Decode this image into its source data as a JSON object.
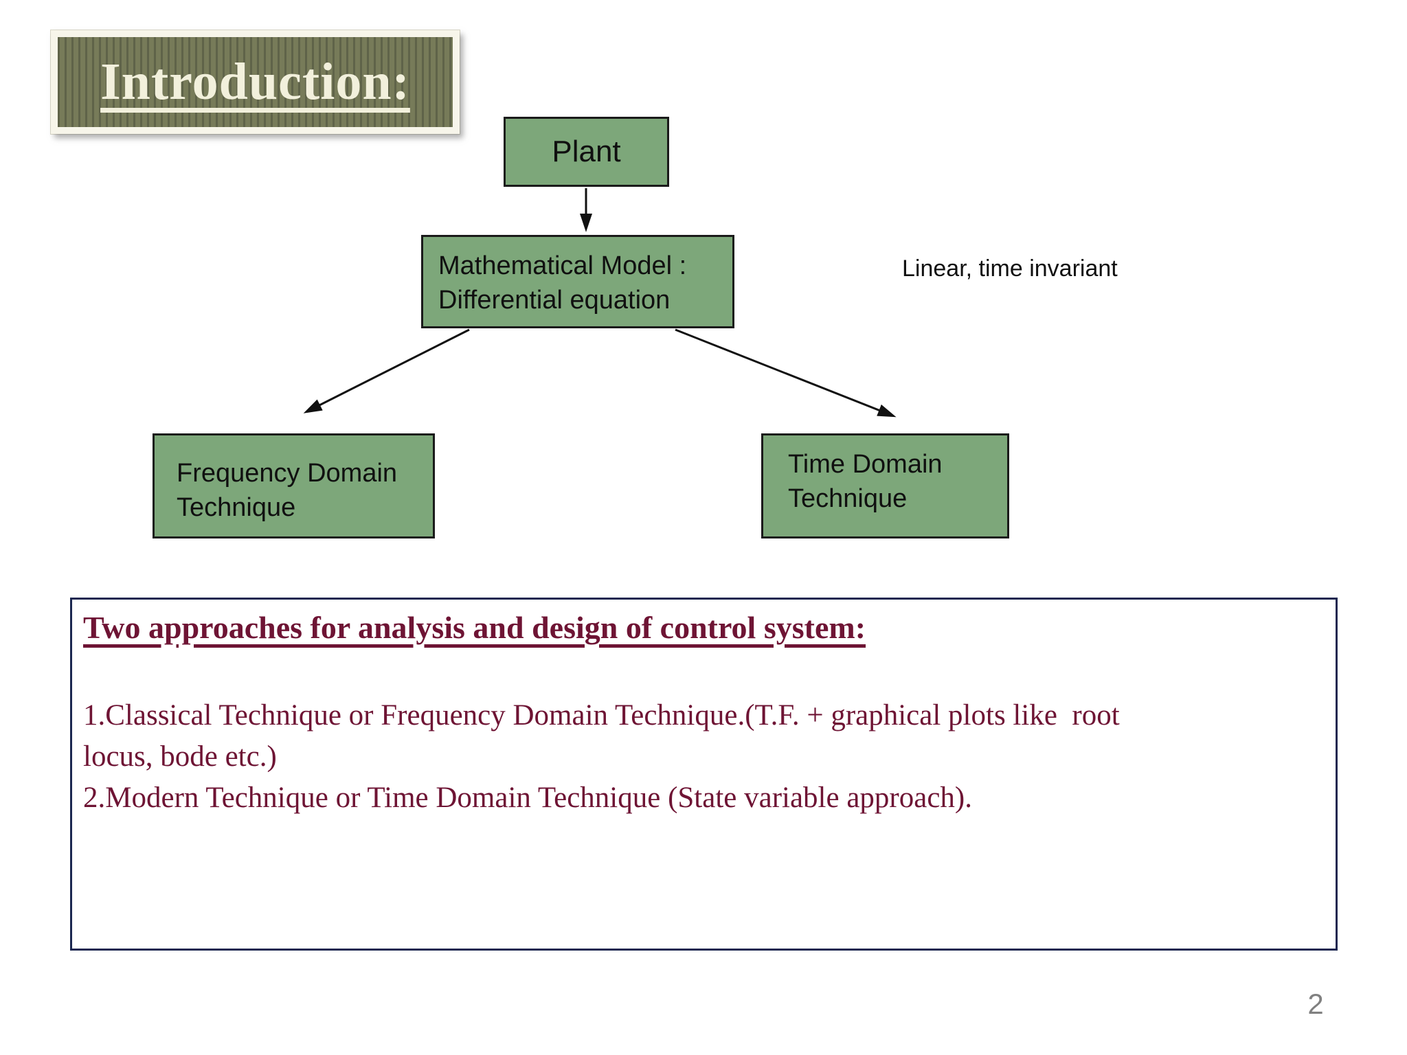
{
  "slide": {
    "title": "Introduction:",
    "page_number": "2",
    "colors": {
      "node_fill_green": "#7da77a",
      "node_border": "#1a1a1a",
      "title_background_olive": "#777b59",
      "title_stripe": "#5f6349",
      "title_text_cream": "#f2f0dc",
      "notes_text_maroon": "#6e1434",
      "notes_border_navy": "#1b2750",
      "page_number_gray": "#808080"
    }
  },
  "diagram": {
    "nodes": {
      "plant": {
        "label": "Plant"
      },
      "math_model": {
        "line1": "Mathematical Model :",
        "line2": "Differential equation"
      },
      "frequency": {
        "line1": "Frequency Domain",
        "line2": "Technique"
      },
      "time": {
        "line1": "Time Domain",
        "line2": "Technique"
      }
    },
    "edges": [
      "plant -> math_model",
      "math_model -> frequency",
      "math_model -> time"
    ],
    "annotation": "Linear, time invariant"
  },
  "notes_box": {
    "heading": "Two approaches for analysis and design of control system:",
    "lines": [
      "1.Classical Technique or Frequency Domain Technique.(T.F. + graphical plots like  root",
      "locus, bode etc.)",
      "2.Modern Technique or Time Domain Technique (State variable approach)."
    ]
  }
}
